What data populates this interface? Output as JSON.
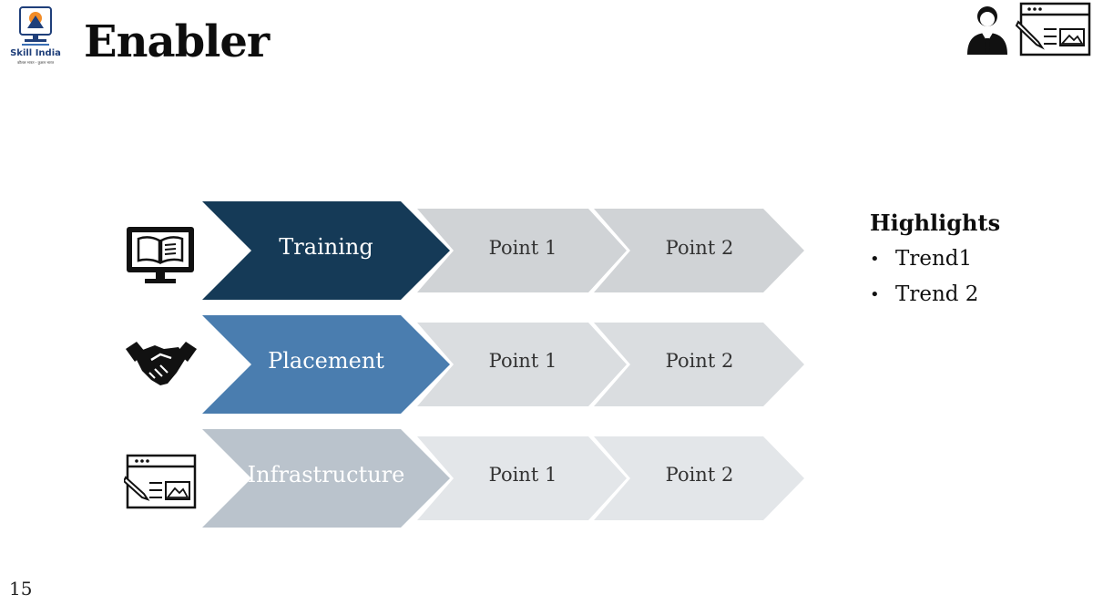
{
  "header": {
    "title": "Enabler",
    "logo_text": "Skill India",
    "logo_tagline": "कौशल भारत - कुशल भारत"
  },
  "rows": [
    {
      "label": "Training",
      "icon": "monitor-book-icon",
      "color": "#153a57",
      "point_color": "#d0d3d6",
      "points": [
        "Point 1",
        "Point 2"
      ]
    },
    {
      "label": "Placement",
      "icon": "handshake-icon",
      "color": "#4a7daf",
      "point_color": "#dadde0",
      "points": [
        "Point 1",
        "Point 2"
      ]
    },
    {
      "label": "Infrastructure",
      "icon": "web-design-icon",
      "color": "#bac3cc",
      "point_color": "#e3e6e9",
      "points": [
        "Point 1",
        "Point 2"
      ]
    }
  ],
  "highlights": {
    "heading": "Highlights",
    "items": [
      "Trend1",
      "Trend 2"
    ]
  },
  "page_number": "15"
}
